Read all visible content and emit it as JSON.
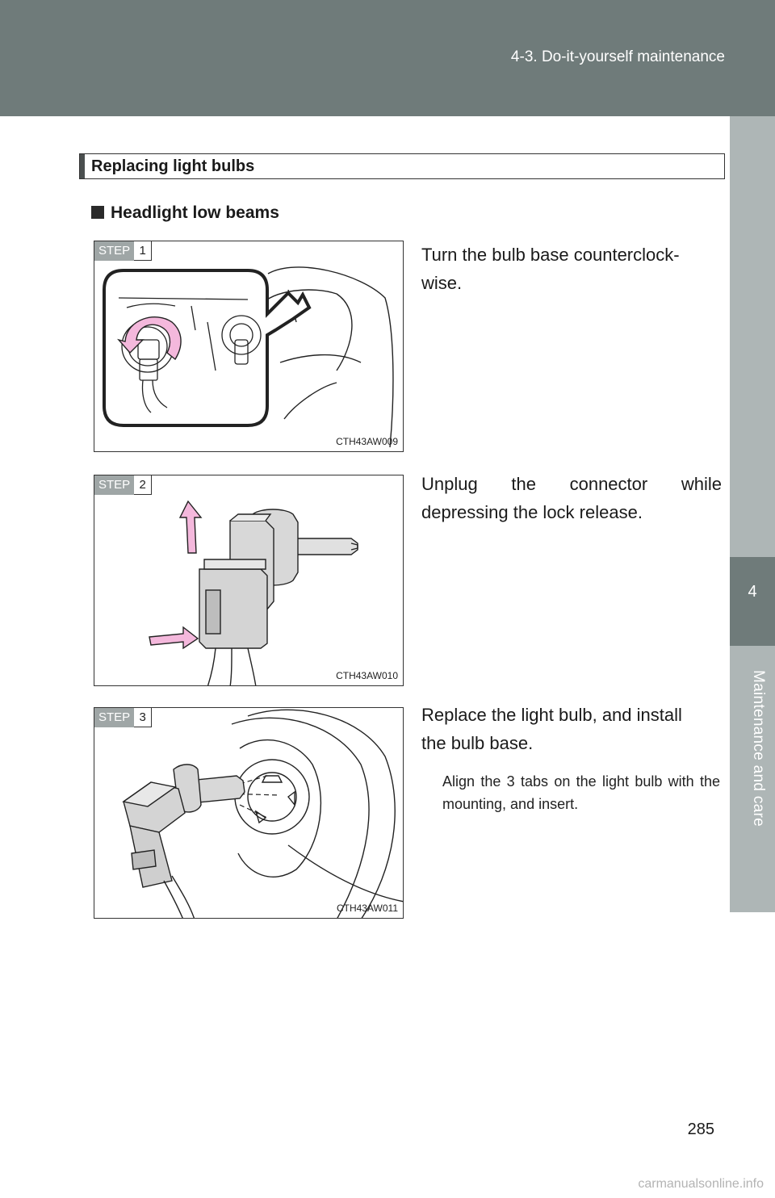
{
  "header": {
    "section": "4-3. Do-it-yourself maintenance"
  },
  "side_tab": {
    "chapter_number": "4",
    "chapter_title": "Maintenance and care"
  },
  "section": {
    "title": "Replacing light bulbs"
  },
  "subheading": "Headlight low beams",
  "steps": [
    {
      "label": "STEP",
      "number": "1",
      "code": "CTH43AW009",
      "text_line1": "Turn the bulb base counterclock-",
      "text_line2": "wise."
    },
    {
      "label": "STEP",
      "number": "2",
      "code": "CTH43AW010",
      "text_line1": "Unplug the connector while",
      "text_line2": "depressing the lock release."
    },
    {
      "label": "STEP",
      "number": "3",
      "code": "CTH43AW011",
      "text_line1": "Replace the light bulb, and install",
      "text_line2": "the bulb base.",
      "note": "Align the 3 tabs on the light bulb with the mounting, and insert."
    }
  ],
  "page_number": "285",
  "watermark": "carmanualsonline.info"
}
